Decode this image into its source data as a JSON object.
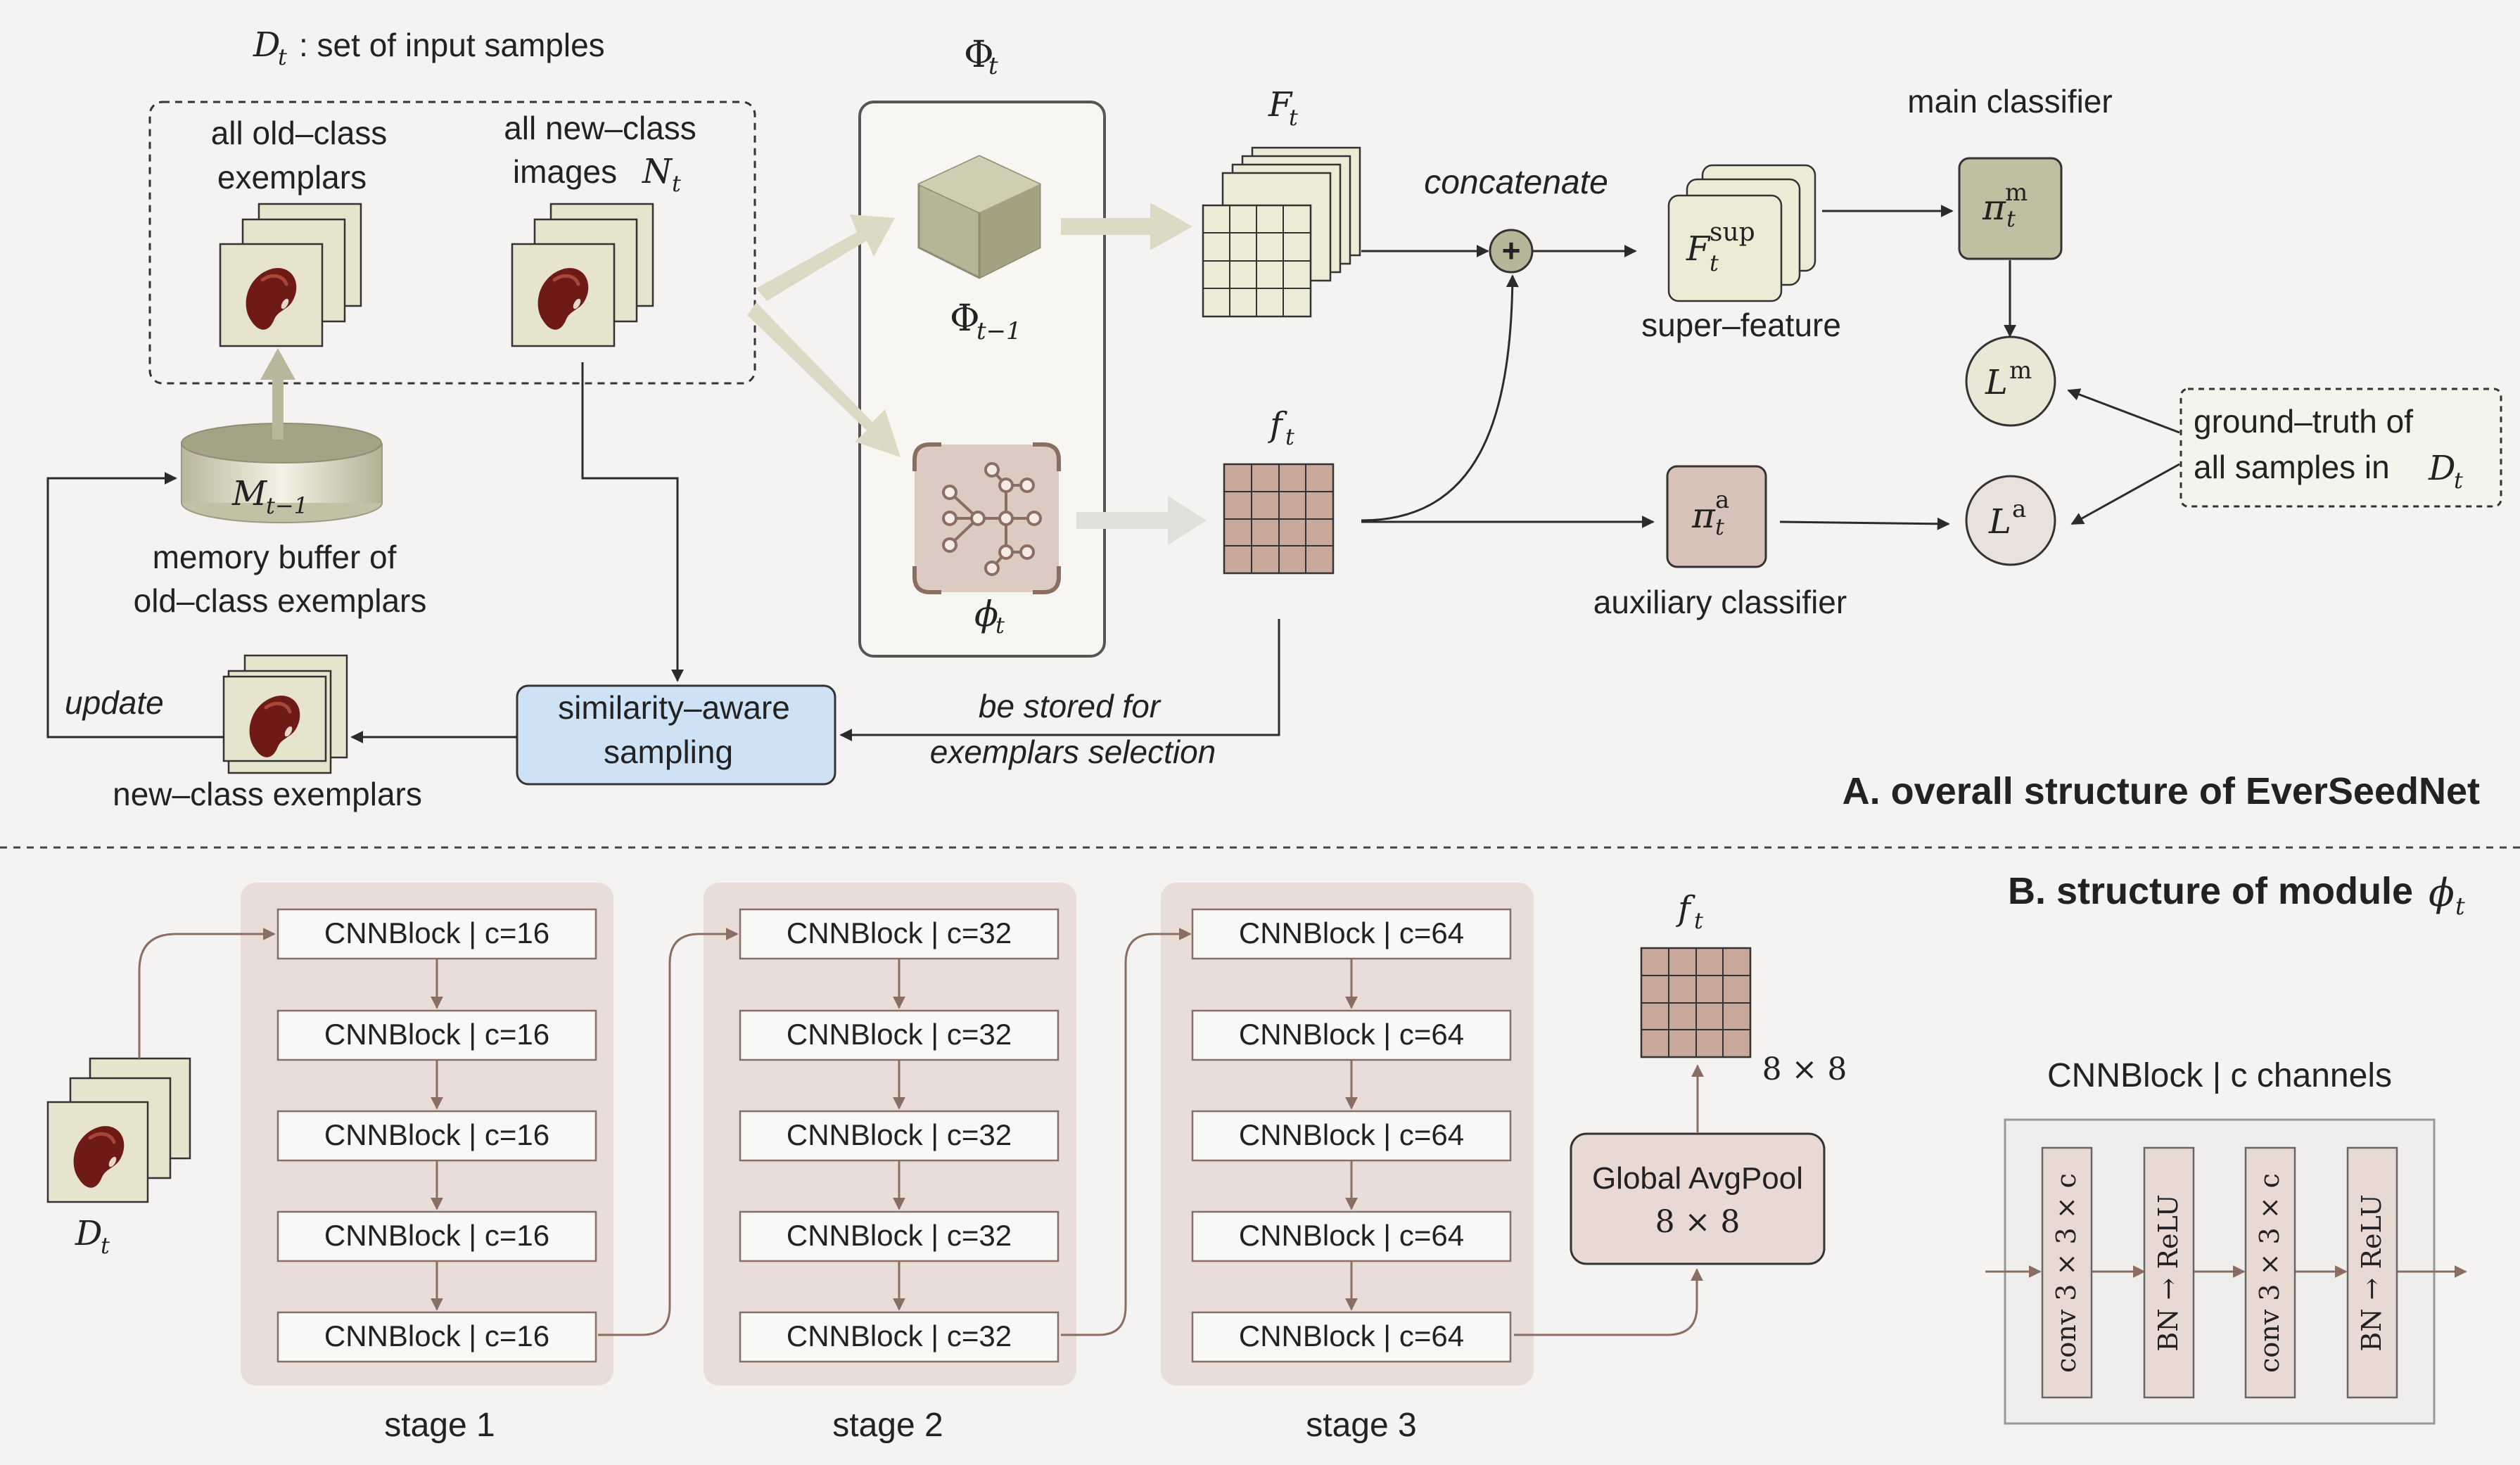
{
  "panel_a": {
    "title": "A. overall structure of EverSeedNet",
    "input_set": {
      "label_symbol": "D",
      "label_sub": "t",
      "label_text": ": set of input samples",
      "old_class_line1": "all old–class",
      "old_class_line2": "exemplars",
      "new_class_line1": "all new–class",
      "new_class_line2": "images",
      "new_class_symbol": "N",
      "new_class_sub": "t"
    },
    "memory": {
      "symbol": "M",
      "sub": "t−1",
      "line1": "memory buffer of",
      "line2": "old–class exemplars"
    },
    "update_label": "update",
    "new_class_exemplars": "new–class exemplars",
    "sampling": {
      "line1": "similarity–aware",
      "line2": "sampling"
    },
    "stored_label": {
      "line1": "be stored for",
      "line2": "exemplars selection"
    },
    "big_phi": {
      "symbol": "Φ",
      "sub": "t"
    },
    "phi_prev": {
      "symbol": "Φ",
      "sub": "t−1"
    },
    "phi_small": {
      "symbol": "ϕ",
      "sub": "t"
    },
    "F_label": {
      "symbol": "F",
      "sub": "t"
    },
    "f_label": {
      "symbol": "f",
      "sub": "t"
    },
    "concatenate": "concatenate",
    "super_feature": {
      "symbol": "F",
      "sub": "t",
      "sup": "sup",
      "label": "super–feature"
    },
    "main_classifier": {
      "label": "main classifier",
      "symbol": "π",
      "sub": "t",
      "sup": "m"
    },
    "aux_classifier": {
      "label": "auxiliary classifier",
      "symbol": "π",
      "sub": "t",
      "sup": "a"
    },
    "loss_main": {
      "symbol": "L",
      "sup": "m"
    },
    "loss_aux": {
      "symbol": "L",
      "sup": "a"
    },
    "ground_truth": {
      "line1": "ground–truth of",
      "line2": "all samples in",
      "symbol": "D",
      "sub": "t"
    }
  },
  "panel_b": {
    "title": "B. structure of module",
    "title_symbol": "ϕ",
    "title_sub": "t",
    "input_symbol": "D",
    "input_sub": "t",
    "stages": [
      {
        "label": "stage 1",
        "blocks": [
          "CNNBlock |  c=16",
          "CNNBlock |  c=16",
          "CNNBlock |  c=16",
          "CNNBlock |  c=16",
          "CNNBlock |  c=16"
        ]
      },
      {
        "label": "stage 2",
        "blocks": [
          "CNNBlock |  c=32",
          "CNNBlock |  c=32",
          "CNNBlock |  c=32",
          "CNNBlock |  c=32",
          "CNNBlock |  c=32"
        ]
      },
      {
        "label": "stage 3",
        "blocks": [
          "CNNBlock |  c=64",
          "CNNBlock |  c=64",
          "CNNBlock |  c=64",
          "CNNBlock |  c=64",
          "CNNBlock |  c=64"
        ]
      }
    ],
    "pool": {
      "line1": "Global AvgPool",
      "line2": "8 × 8"
    },
    "output": {
      "symbol": "f",
      "sub": "t",
      "size": "8 × 8"
    },
    "cnnblock_detail": {
      "title": "CNNBlock | c channels",
      "layers": [
        "conv 3 × 3 × c",
        "BN → ReLU",
        "conv 3 × 3 × c",
        "BN → ReLU"
      ]
    }
  },
  "colors": {
    "background": "#f4f3f1",
    "exemplar_card": "#e6e4cc",
    "seed": "#6e1a16",
    "cube": "#b7b597",
    "big_arrow": "#dcd9c4",
    "feature_grid": "#ecebd6",
    "small_grid": "#c7a89b",
    "sampling_box": "#cfe2f5",
    "classifier_main": "#c1bfa2",
    "classifier_aux": "#d7c3b9",
    "stage_bg": "#e8ddd8",
    "pool_box": "#e8dad3",
    "connector": "#8a6e62"
  }
}
